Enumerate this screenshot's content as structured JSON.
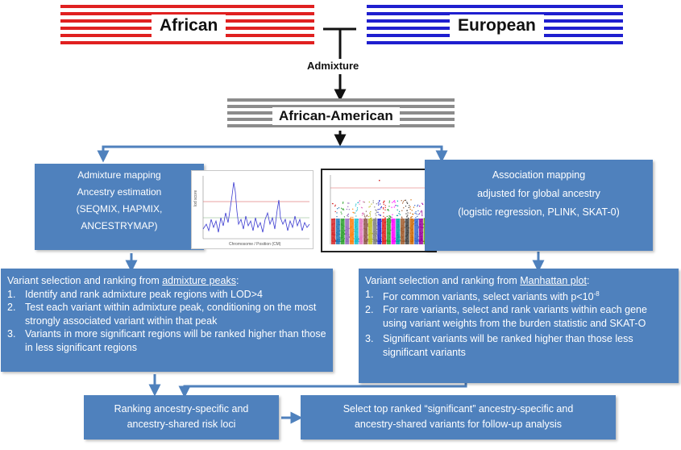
{
  "populations": {
    "african": "African",
    "european": "European",
    "admixed": "African-American"
  },
  "admixture_label": "Admixture",
  "colors": {
    "box_blue": "#4f81bd",
    "african_red": "#e02020",
    "european_blue": "#1f1fcf",
    "admixed_gray": "#8c8c8c",
    "arrow_blue": "#4f81bd"
  },
  "admixture_box": {
    "lines": [
      "Admixture mapping",
      "Ancestry estimation",
      "(SEQMIX, HAPMIX,",
      "ANCESTRYMAP)"
    ]
  },
  "association_box": {
    "lines": [
      "Association mapping",
      "adjusted for global ancestry",
      "(logistic regression, PLINK, SKAT-0)"
    ]
  },
  "admixture_plot": {
    "ylabel": "lod score",
    "xlabel": "Chromosome / Position (CM)"
  },
  "left_selection": {
    "intro_prefix": "Variant selection and ranking from ",
    "intro_link": "admixture peaks",
    "intro_suffix": ":",
    "items": [
      {
        "num": "1.",
        "text": "Identify and rank admixture peak regions with LOD>4"
      },
      {
        "num": "2.",
        "text": "Test each variant within admixture peak, conditioning on the most strongly associated variant within that peak"
      },
      {
        "num": "3.",
        "text": "Variants in more significant regions will be ranked higher than those in less significant regions"
      }
    ]
  },
  "right_selection": {
    "intro_prefix": "Variant selection and ranking from ",
    "intro_link": "Manhattan plot",
    "intro_suffix": ":",
    "item1_text": "For common variants, select variants with p<10",
    "item1_sup": "-8",
    "items": [
      {
        "num": "1.",
        "text": ""
      },
      {
        "num": "2.",
        "text": "For rare variants, select and rank variants within each gene using variant weights from the burden statistic and SKAT-O"
      },
      {
        "num": "3.",
        "text": "Significant variants will be ranked higher than those less significant variants"
      }
    ]
  },
  "ranking_box": {
    "lines": [
      "Ranking ancestry-specific and",
      "ancestry-shared risk loci"
    ]
  },
  "select_box": {
    "lines": [
      "Select top ranked “significant” ancestry-specific and",
      "ancestry-shared variants for follow-up analysis"
    ]
  }
}
